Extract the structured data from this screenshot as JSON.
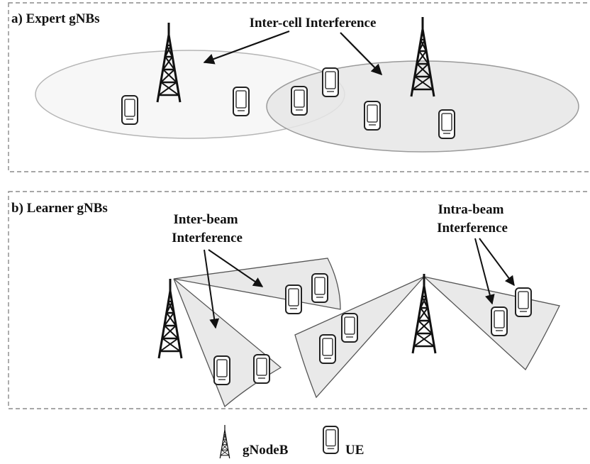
{
  "panel_a": {
    "title": "a) Expert gNBs",
    "annotation": "Inter-cell Interference"
  },
  "panel_b": {
    "title": "b) Learner gNBs",
    "inter_beam_line1": "Inter-beam",
    "inter_beam_line2": "Interference",
    "intra_beam_line1": "Intra-beam",
    "intra_beam_line2": "Interference"
  },
  "legend": {
    "gnb_label": "gNodeB",
    "ue_label": "UE",
    "gnb_icon": "cell-tower-icon",
    "ue_icon": "mobile-phone-icon"
  },
  "colors": {
    "cell_left_fill": "#f7f7f7",
    "cell_right_fill": "#e6e6e6",
    "beam_fill": "#e9e9e9",
    "ink": "#111111",
    "dash": "#8a8a8a"
  }
}
